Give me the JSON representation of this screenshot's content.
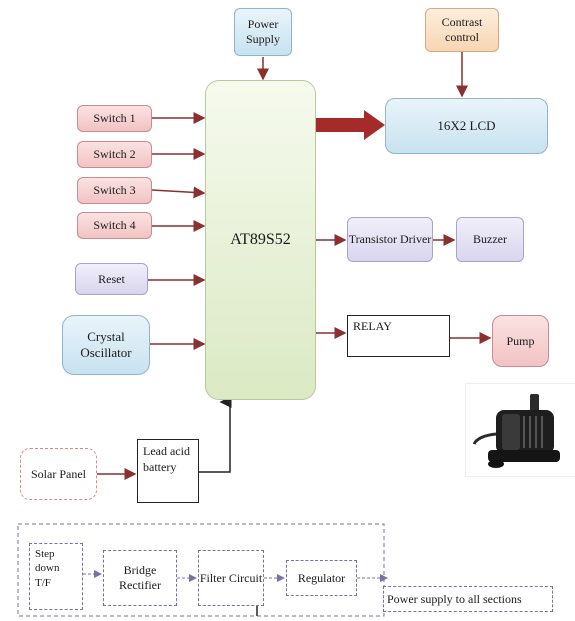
{
  "blocks": {
    "power_supply": "Power Supply",
    "contrast_control": "Contrast control",
    "lcd": "16X2 LCD",
    "switch1": "Switch 1",
    "switch2": "Switch 2",
    "switch3": "Switch 3",
    "switch4": "Switch 4",
    "reset": "Reset",
    "crystal_oscillator": "Crystal Oscillator",
    "mcu": "AT89S52",
    "transistor_driver": "Transistor Driver",
    "buzzer": "Buzzer",
    "relay": "RELAY",
    "pump": "Pump",
    "solar_panel": "Solar Panel",
    "battery": "Lead acid battery"
  },
  "power_chain": {
    "step_down": "Step down T/F",
    "bridge_rectifier": "Bridge Rectifier",
    "filter_circuit": "Filter Circuit",
    "regulator": "Regulator",
    "output": "Power supply to all sections"
  },
  "colors": {
    "arrow": "#8b2f2f",
    "dashed_arrow": "#7c6fa6"
  }
}
